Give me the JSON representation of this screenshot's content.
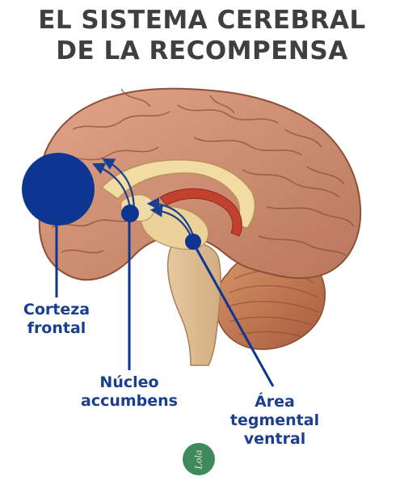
{
  "title": {
    "line1": "EL SISTEMA CEREBRAL",
    "line2": "DE LA RECOMPENSA"
  },
  "labels": {
    "frontal_cortex": [
      "Corteza",
      "frontal"
    ],
    "nucleus_accumbens": [
      "Núcleo",
      "accumbens"
    ],
    "vta": [
      "Área",
      "tegmental",
      "ventral"
    ]
  },
  "logo": {
    "text": "Lola"
  },
  "colors": {
    "title": "#3f3f3f",
    "accent_blue": "#0d3591",
    "label_blue": "#1b3f8f",
    "brain": "#c98b6e",
    "logo_green": "#3f8a5c"
  }
}
